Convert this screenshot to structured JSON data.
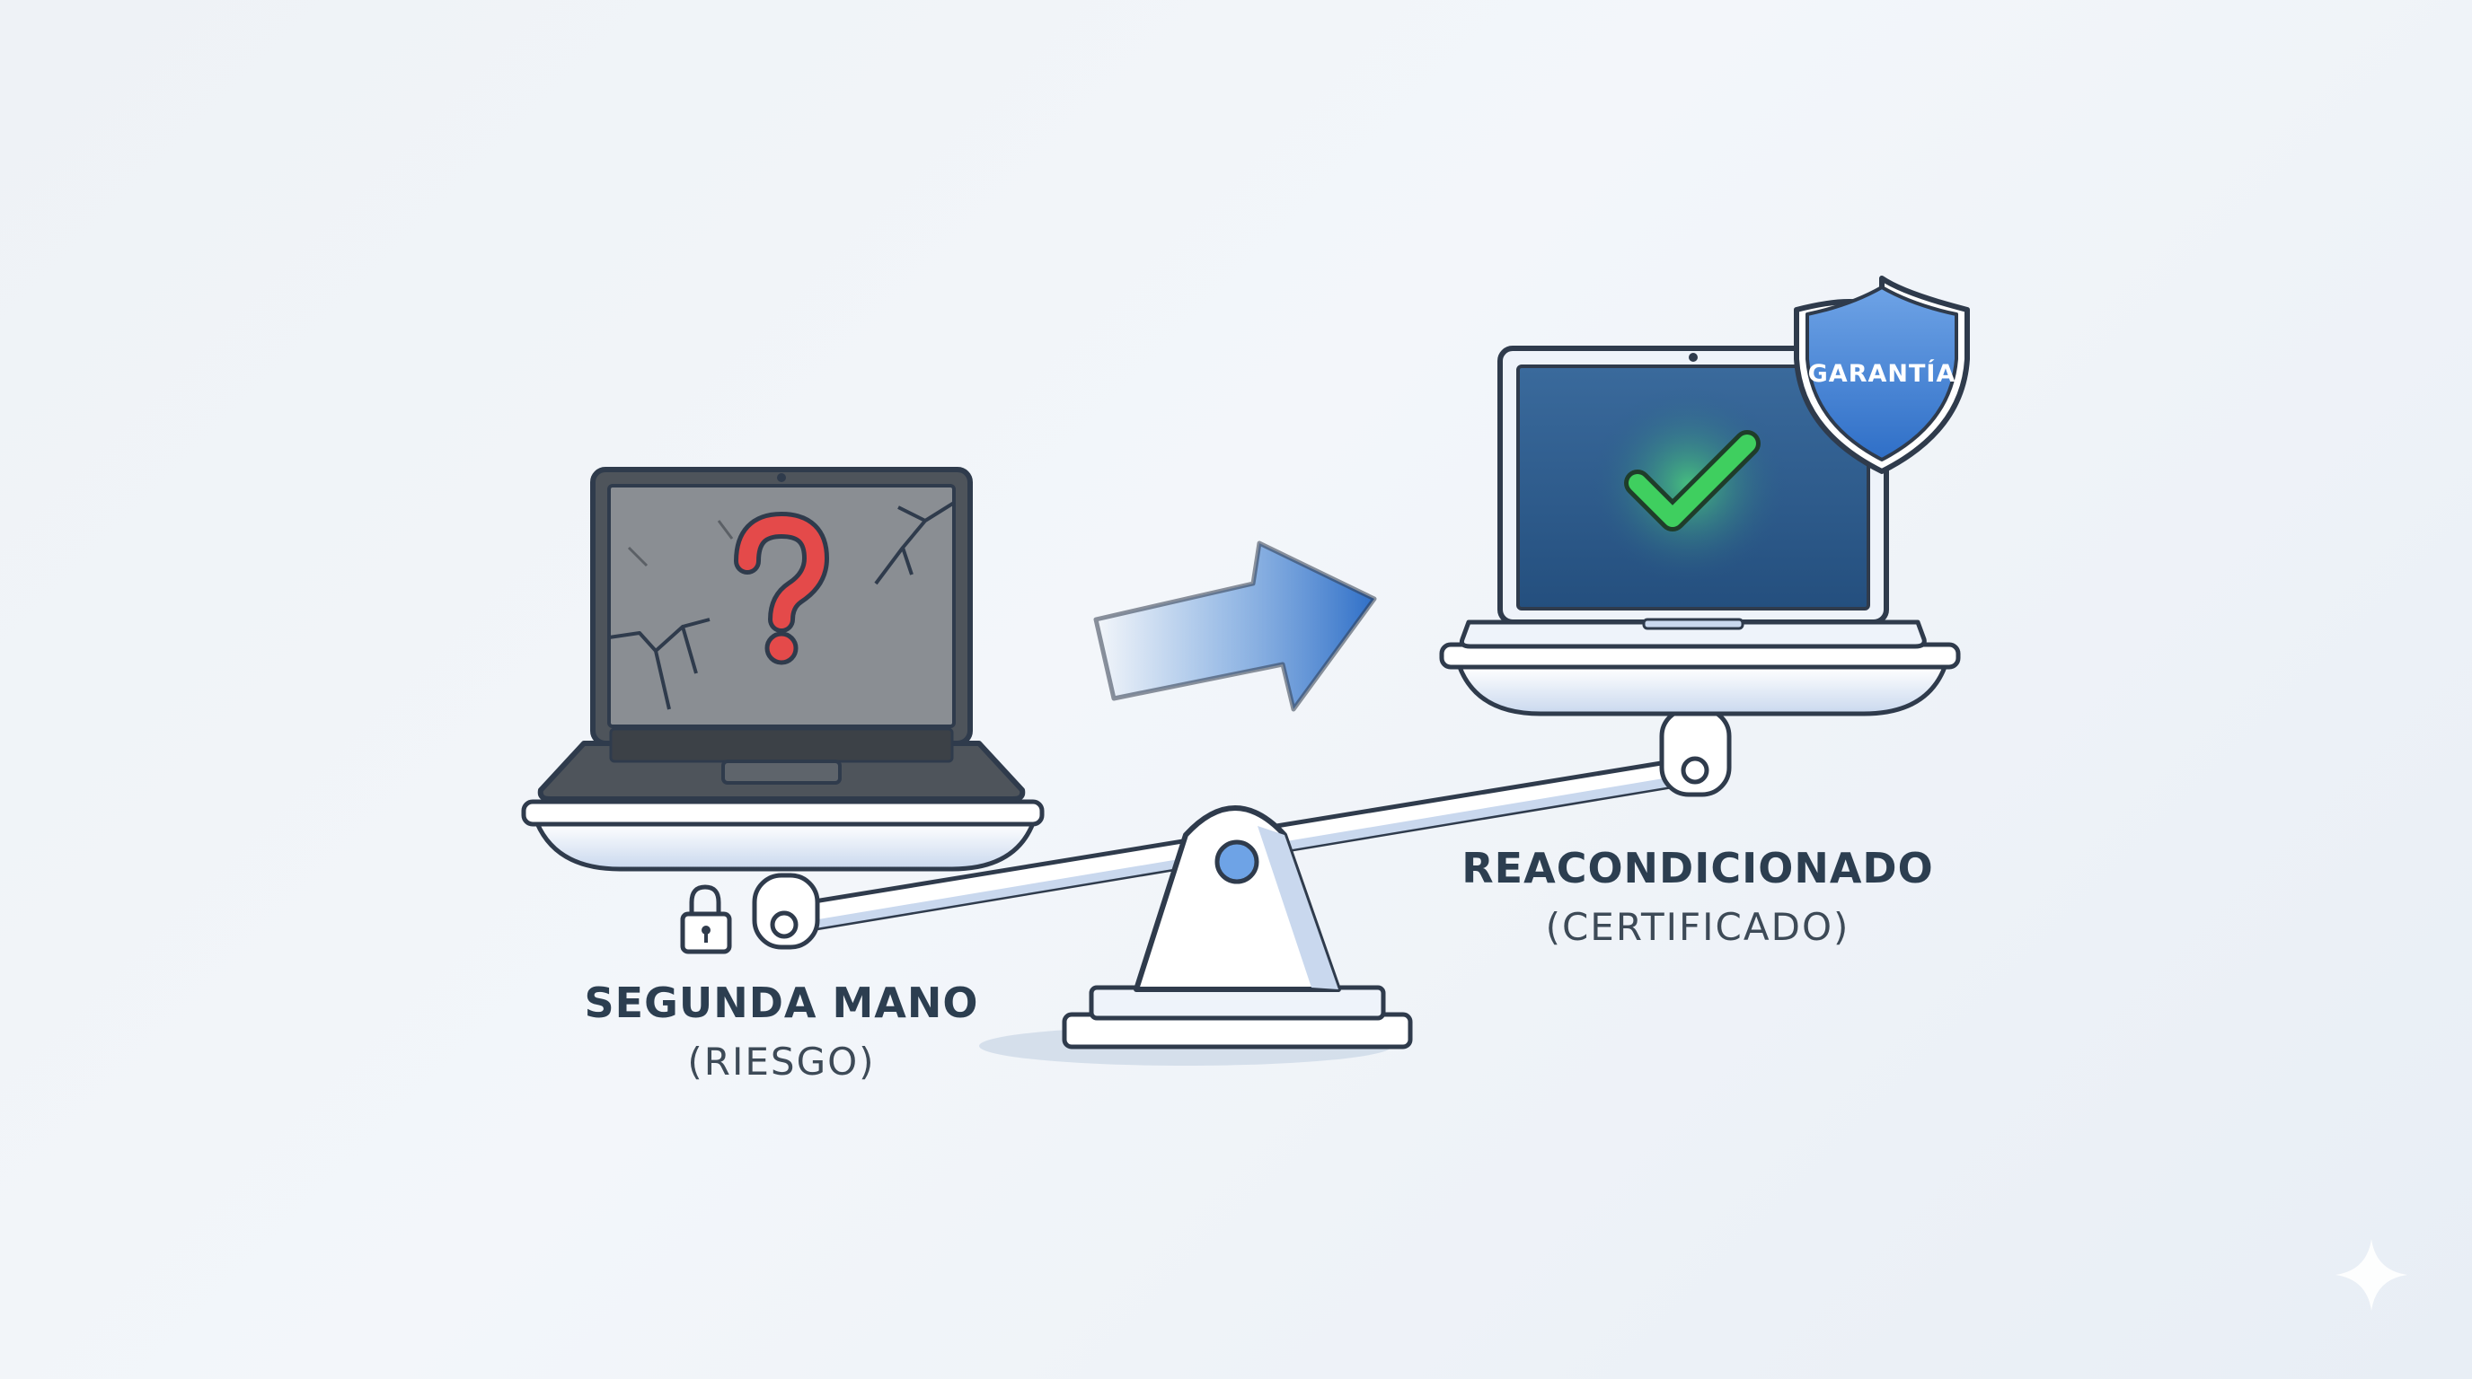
{
  "left_item": {
    "title": "SEGUNDA MANO",
    "subtitle": "(RIESGO)"
  },
  "right_item": {
    "title": "REACONDICIONADO",
    "subtitle": "(CERTIFICADO)"
  },
  "shield": {
    "label": "GARANTÍA"
  },
  "colors": {
    "outline": "#2f3b4c",
    "accent_blue": "#3f7fd0",
    "check_green": "#3fcf5f",
    "question_red": "#e44a4a",
    "scale_fill": "#ffffff",
    "scale_shade": "#c9d8ee"
  },
  "icons": [
    "laptop-cracked-icon",
    "question-mark-icon",
    "lock-icon",
    "arrow-right-icon",
    "laptop-certified-icon",
    "checkmark-icon",
    "shield-icon",
    "sparkle-icon"
  ]
}
